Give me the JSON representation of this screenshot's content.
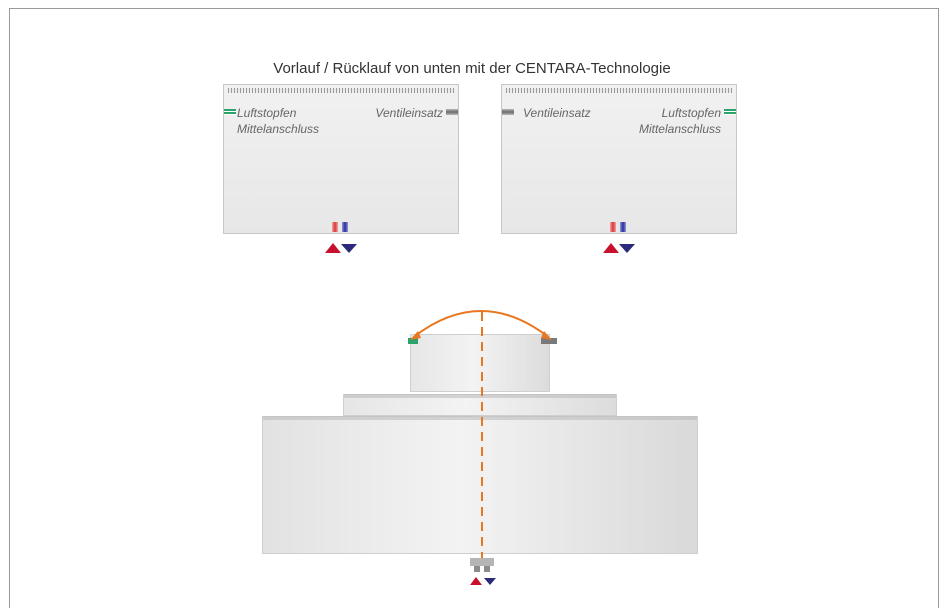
{
  "title": "Vorlauf / Rücklauf von unten mit der CENTARA-Technologie",
  "left_radiator": {
    "label_top_left": "Luftstopfen",
    "label_second_left": "Mittelanschluss",
    "label_top_right": "Ventileinsatz"
  },
  "right_radiator": {
    "label_top_left": "Ventileinsatz",
    "label_top_right": "Luftstopfen",
    "label_second_right": "Mittelanschluss"
  },
  "colors": {
    "supply": "#c8102e",
    "return": "#2b2a7a",
    "rotation": "#e87722",
    "air_plug": "#2ba36a"
  }
}
